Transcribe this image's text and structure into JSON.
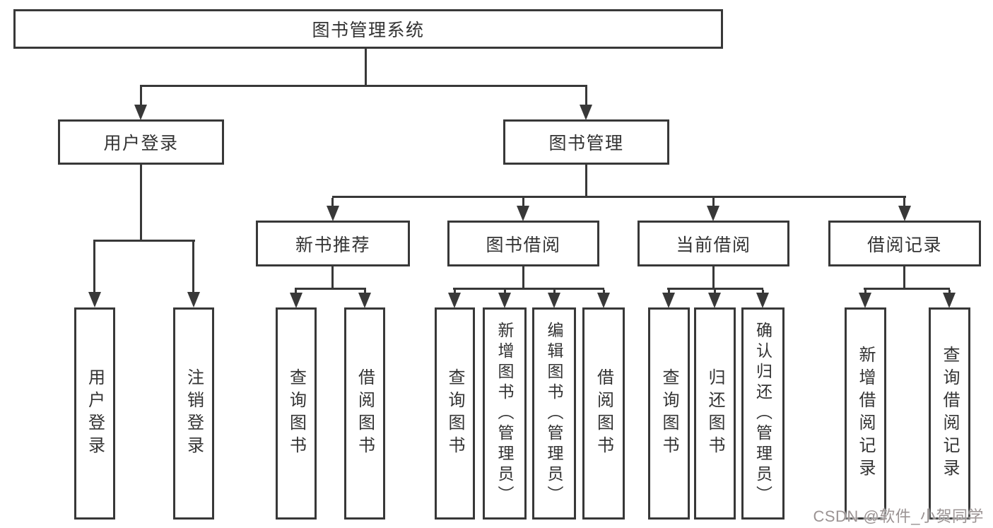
{
  "diagram": {
    "type": "org-tree",
    "root": "图书管理系统",
    "level2": [
      "用户登录",
      "图书管理"
    ],
    "level3": [
      "新书推荐",
      "图书借阅",
      "当前借阅",
      "借阅记录"
    ],
    "leaves": {
      "login": [
        "用户登录",
        "注销登录"
      ],
      "recommend": [
        "查询图书",
        "借阅图书"
      ],
      "borrow": [
        "查询图书",
        "新增图书（管理员）",
        "编辑图书（管理员）",
        "借阅图书"
      ],
      "current": [
        "查询图书",
        "归还图书",
        "确认归还（管理员）"
      ],
      "records": [
        "新增借阅记录",
        "查询借阅记录"
      ]
    },
    "hierarchy": {
      "图书管理系统": {
        "用户登录": [
          "用户登录",
          "注销登录"
        ],
        "图书管理": {
          "新书推荐": [
            "查询图书",
            "借阅图书"
          ],
          "图书借阅": [
            "查询图书",
            "新增图书（管理员）",
            "编辑图书（管理员）",
            "借阅图书"
          ],
          "当前借阅": [
            "查询图书",
            "归还图书",
            "确认归还（管理员）"
          ],
          "借阅记录": [
            "新增借阅记录",
            "查询借阅记录"
          ]
        }
      }
    }
  },
  "watermark": "CSDN @软件_小贺同学",
  "colors": {
    "line": "#383838",
    "box_border": "#383838",
    "text": "#333333",
    "watermark": "#9b9393",
    "background": "#ffffff"
  }
}
